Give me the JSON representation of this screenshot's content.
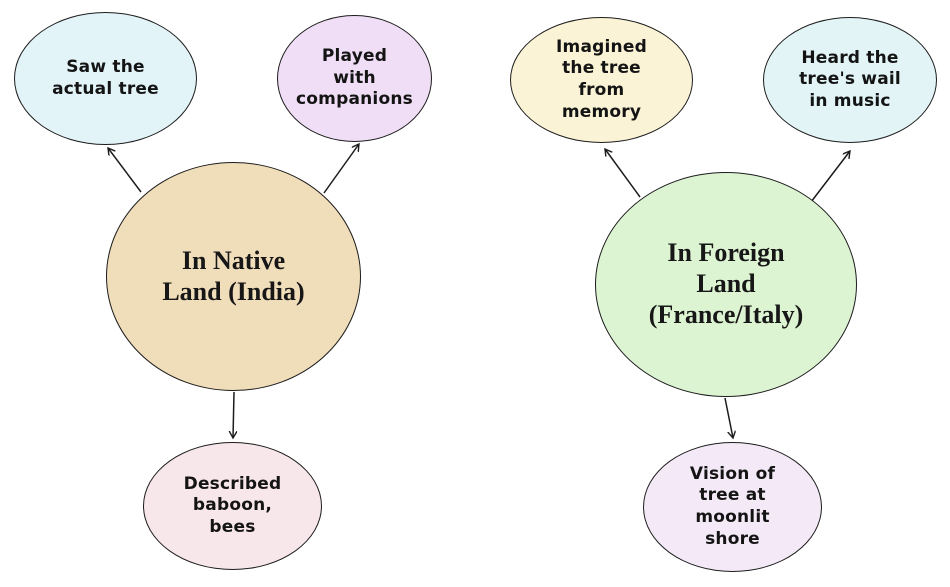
{
  "diagram": {
    "description": "Concept map comparing experiences in native land versus foreign land",
    "colors": {
      "canvas-bg": "#ffffff",
      "stroke": "#1c1c1c",
      "node-native": "#f0ddba",
      "node-foreign": "#ddf4d3",
      "node-saw": "#e3f4f9",
      "node-played": "#efdef5",
      "node-described": "#f8e7ea",
      "node-imagined": "#faf3d5",
      "node-heard": "#e2f4f6",
      "node-vision": "#f4eaf7"
    },
    "nodes": {
      "native": {
        "label": "In Native\nLand (India)",
        "role": "center"
      },
      "saw": {
        "label": "Saw the\nactual tree",
        "role": "satellite"
      },
      "played": {
        "label": "Played\nwith\ncompanions",
        "role": "satellite"
      },
      "described": {
        "label": "Described\nbaboon,\nbees",
        "role": "satellite"
      },
      "foreign": {
        "label": "In Foreign\nLand\n(France/Italy)",
        "role": "center"
      },
      "imagined": {
        "label": "Imagined\nthe tree\nfrom\nmemory",
        "role": "satellite"
      },
      "heard": {
        "label": "Heard the\ntree's wail\nin music",
        "role": "satellite"
      },
      "vision": {
        "label": "Vision of\ntree at\nmoonlit\nshore",
        "role": "satellite"
      }
    },
    "edges": [
      {
        "from": "native",
        "to": "saw"
      },
      {
        "from": "native",
        "to": "played"
      },
      {
        "from": "native",
        "to": "described"
      },
      {
        "from": "foreign",
        "to": "imagined"
      },
      {
        "from": "foreign",
        "to": "heard"
      },
      {
        "from": "foreign",
        "to": "vision"
      }
    ]
  }
}
